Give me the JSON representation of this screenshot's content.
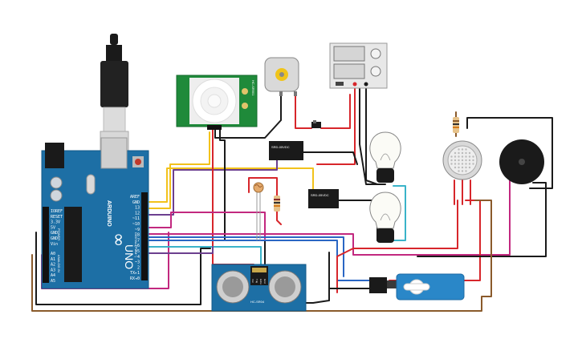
{
  "arduino": {
    "brand": "ARDUINO",
    "model": "UNO",
    "logo_text": "∞",
    "section_power": "POWER",
    "section_analog": "ANALOG IN",
    "section_digital": "DIGITAL (PWM~)",
    "pins_digital": [
      "AREF",
      "GND",
      "13",
      "12",
      "~11",
      "~10",
      "~9",
      "8",
      "7",
      "~6",
      "~5",
      "4",
      "~3",
      "2",
      "TX▸1",
      "RX◂0"
    ],
    "pins_power": [
      "IOREF",
      "RESET",
      "3.3V",
      "5V",
      "GND",
      "GND",
      "Vin"
    ],
    "pins_analog": [
      "A0",
      "A1",
      "A2",
      "A3",
      "A4",
      "A5"
    ]
  },
  "pir_sensor": {
    "label": "HC-SR501"
  },
  "ultrasonic": {
    "label": "HC-SR04",
    "pins": [
      "Vcc",
      "Trig",
      "Echo",
      "Gnd"
    ]
  },
  "relay_1": {
    "label": "SRD-05VDC"
  },
  "relay_2": {
    "label": "SRD-05VDC"
  },
  "colors": {
    "board": "#1d6fa5",
    "pcb_green": "#1f8a3a",
    "wire_black": "#1a1a1a",
    "wire_red": "#d7262b",
    "wire_yellow": "#f2c21b",
    "wire_purple": "#6c3f8f",
    "wire_magenta": "#c2287f",
    "wire_cyan": "#3ab3c9",
    "wire_blue": "#2a66c4",
    "wire_brown": "#8a5a2b",
    "wire_orange": "#e87722"
  }
}
